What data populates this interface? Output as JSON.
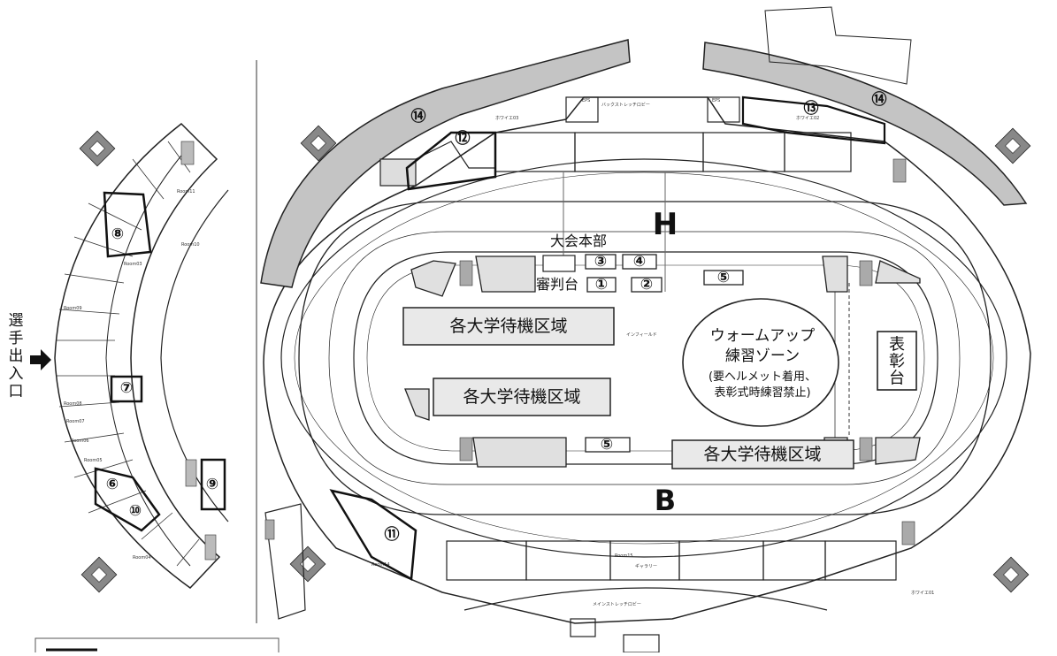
{
  "entrance": {
    "label_chars": [
      "選",
      "手",
      "出",
      "入",
      "口"
    ],
    "arrow_icon": "right-arrow-icon"
  },
  "track": {
    "home_straight_letter": "H",
    "back_straight_letter": "B"
  },
  "labels": {
    "hq": "大会本部",
    "judges": "審判台"
  },
  "zones": {
    "waiting_top": "各大学待機区域",
    "waiting_middle": "各大学待機区域",
    "waiting_bottom": "各大学待機区域",
    "warmup_line1": "ウォームアップ",
    "warmup_line2": "練習ゾーン",
    "warmup_line3": "(要ヘルメット着用、",
    "warmup_line4": "表彰式時練習禁止)",
    "podium_chars": [
      "表",
      "彰",
      "台"
    ]
  },
  "markers": {
    "m1": "①",
    "m2": "②",
    "m3": "③",
    "m4": "④",
    "m5a": "⑤",
    "m5b": "⑤",
    "m6": "⑥",
    "m7": "⑦",
    "m8": "⑧",
    "m9": "⑨",
    "m10": "⑩",
    "m11": "⑪",
    "m12": "⑫",
    "m13": "⑬",
    "m14a": "⑭",
    "m14b": "⑭"
  },
  "room_labels": {
    "r_top1": "Room11",
    "r_top2": "Room10",
    "r_left1": "Room09",
    "r_left2": "Room08",
    "r_left3": "Room07",
    "r_left4": "Room06",
    "r_left5": "Room05",
    "r_left6": "Room04",
    "r_left7": "Room03",
    "r_bottom1": "Room14",
    "r_bottom2": "Room15",
    "ev1": "EPS",
    "ev2": "EPS",
    "bldg1": "ホワイエ03",
    "bldg2": "ホワイエ02",
    "bldg3": "ホワイエ01",
    "lobby1": "バックストレッチロビー",
    "lobby2": "メインストレッチロビー",
    "gallery": "ギャラリー",
    "infield": "インフィールド"
  }
}
